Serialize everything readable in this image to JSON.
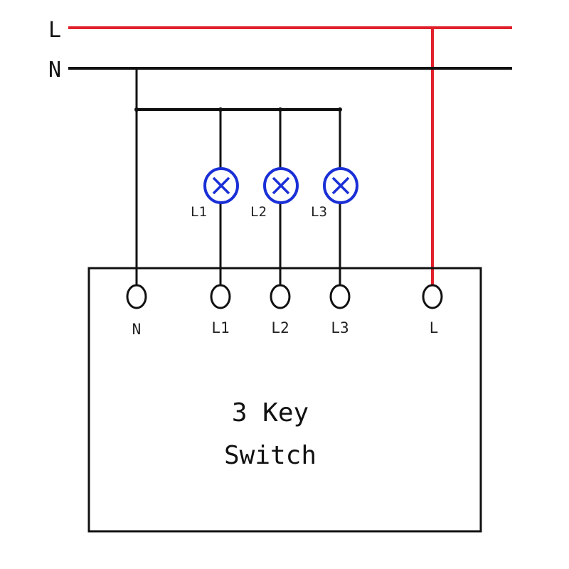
{
  "supply": {
    "live_label": "L",
    "neutral_label": "N",
    "live_color": "#e0202a",
    "neutral_color": "#111111"
  },
  "lamps": [
    {
      "label": "L1"
    },
    {
      "label": "L2"
    },
    {
      "label": "L3"
    }
  ],
  "lamp_color": "#1a2fd6",
  "switch_box": {
    "title_line1": "3 Key",
    "title_line2": "Switch",
    "terminals": [
      {
        "label": "N"
      },
      {
        "label": "L1"
      },
      {
        "label": "L2"
      },
      {
        "label": "L3"
      },
      {
        "label": "L"
      }
    ]
  }
}
